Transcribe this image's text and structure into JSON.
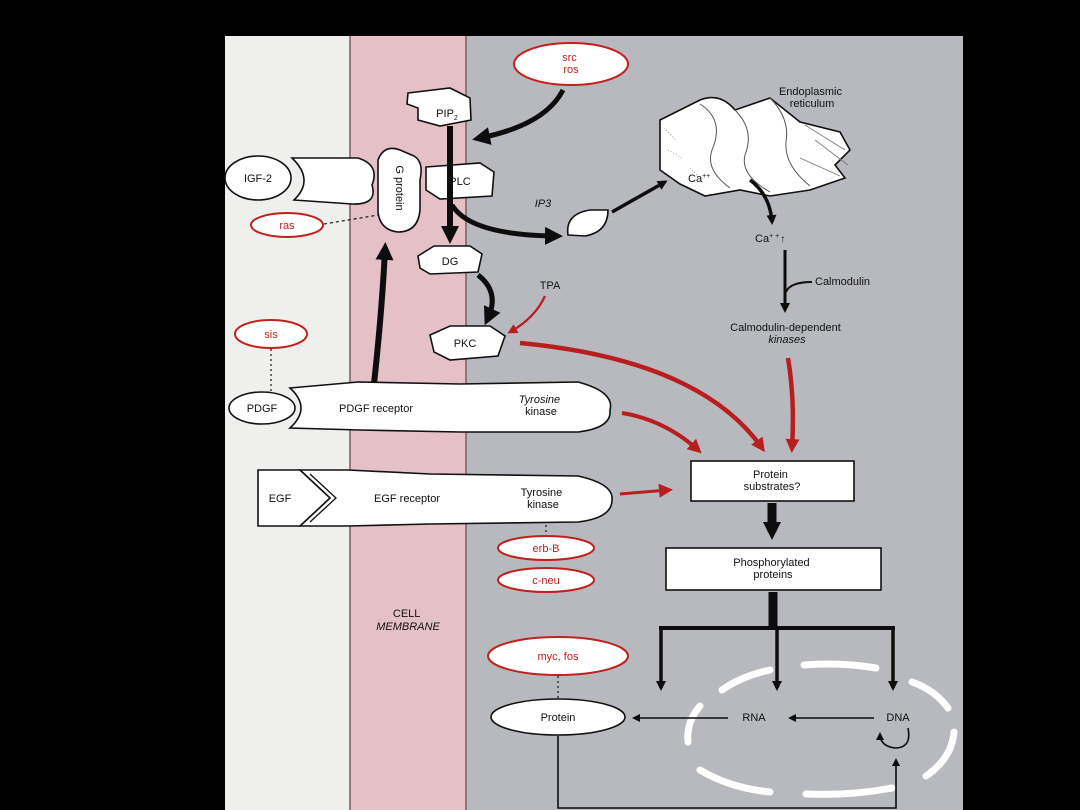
{
  "diagram": {
    "oncogenes": {
      "src_ros": [
        "src",
        "ros"
      ],
      "ras": "ras",
      "sis": "sis",
      "erb_b": "erb-B",
      "c_neu": "c-neu",
      "myc_fos": "myc, fos"
    },
    "nodes": {
      "pip2_main": "PIP",
      "pip2_sub": "2",
      "plc": "PLC",
      "g_protein": "G protein",
      "igf2": "IGF-2",
      "ip3": "IP3",
      "dg": "DG",
      "tpa": "TPA",
      "pkc": "PKC",
      "er": [
        "Endoplasmic",
        "reticulum"
      ],
      "ca_er": "Ca",
      "ca_er_sup": "++",
      "ca_released": "Ca",
      "ca_released_sup": "+ +",
      "ca_released_arrow": "↑",
      "calmodulin": "Calmodulin",
      "cam_kinases": [
        "Calmodulin-dependent",
        "kinases"
      ],
      "pdgf": "PDGF",
      "pdgf_receptor": "PDGF receptor",
      "pdgf_tk": [
        "Tyrosine",
        "kinase"
      ],
      "egf": "EGF",
      "egf_receptor": "EGF receptor",
      "egf_tk": [
        "Tyrosine",
        "kinase"
      ],
      "protein_substrates": [
        "Protein",
        "substrates?"
      ],
      "phosphorylated": [
        "Phosphorylated",
        "proteins"
      ],
      "cell_membrane": [
        "CELL",
        "MEMBRANE"
      ],
      "protein": "Protein",
      "rna": "RNA",
      "dna": "DNA"
    },
    "colors": {
      "background": "#000000",
      "left_panel": "#efefed",
      "membrane": "#e5c0c6",
      "cytoplasm": "#b7b9be",
      "oncogene_red": "#c0201e",
      "arrow_black": "#0d0d0d"
    }
  }
}
